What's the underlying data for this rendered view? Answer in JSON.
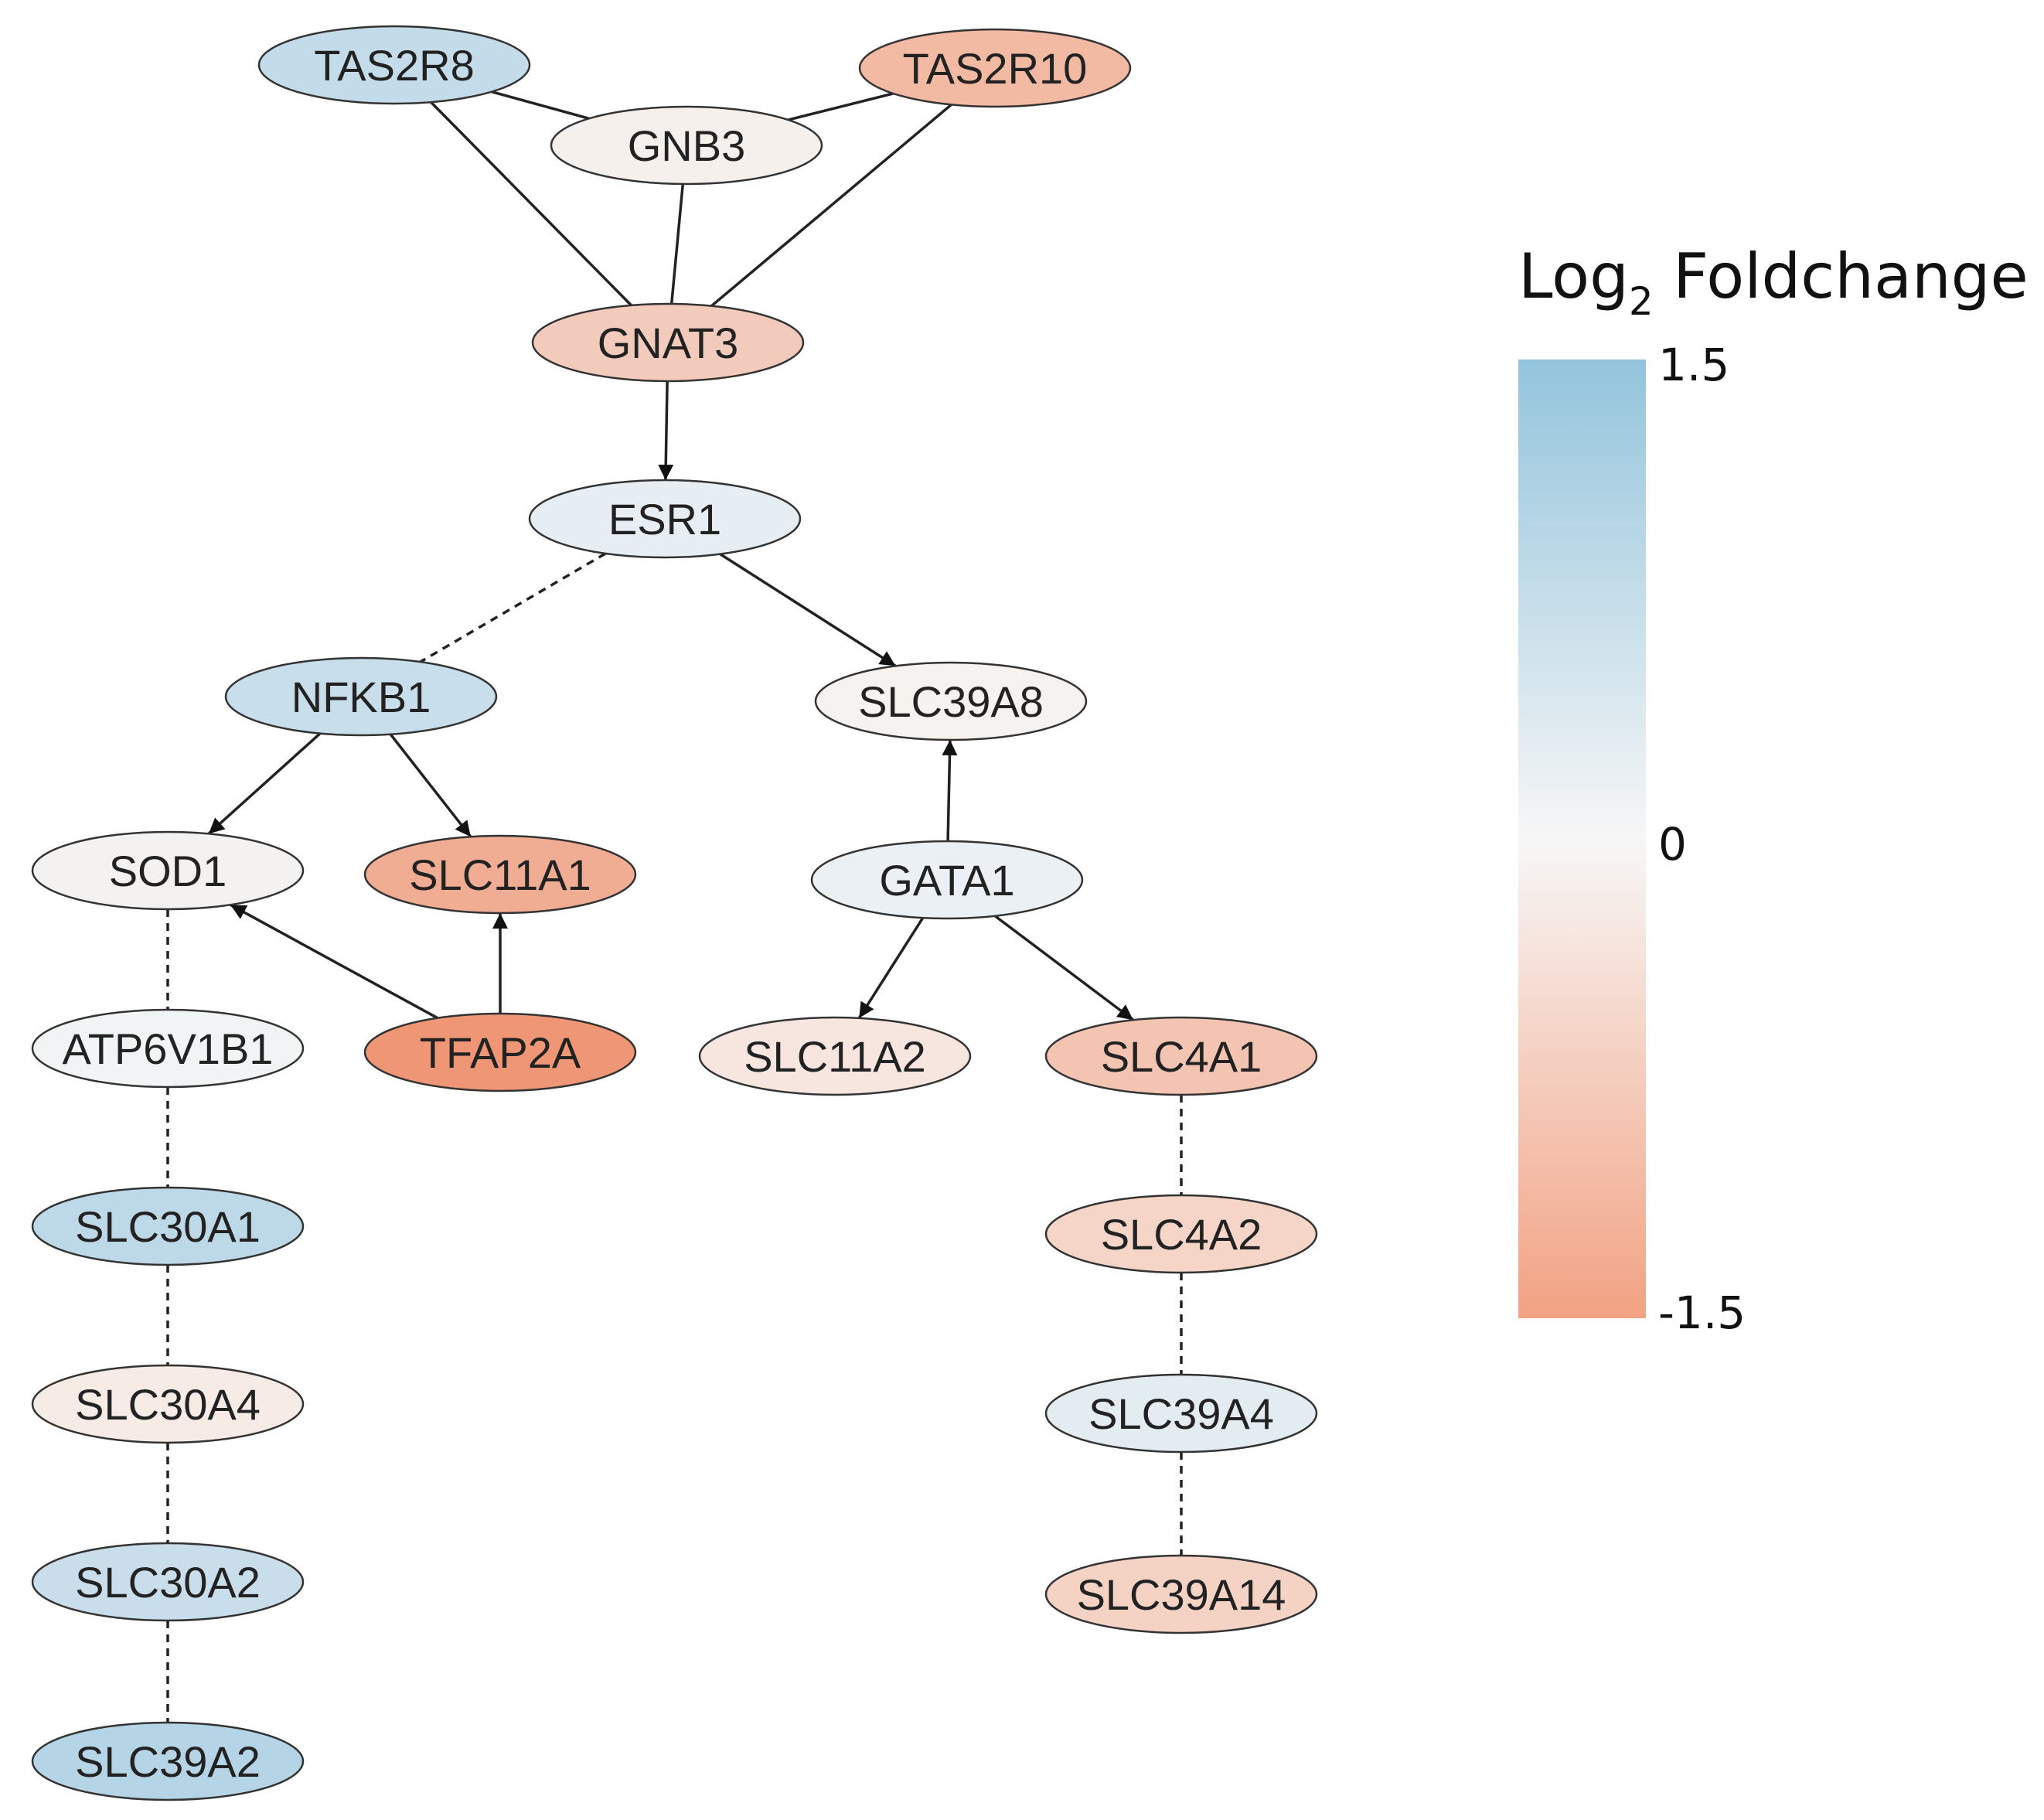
{
  "legend": {
    "title_main": "Log",
    "title_sub": "2",
    "title_rest": " Foldchange",
    "max_label": "1.5",
    "mid_label": "0",
    "min_label": "-1.5",
    "color_high": "#93c4dc",
    "color_mid": "#f7f7f7",
    "color_low": "#f2a283"
  },
  "nodes": [
    {
      "id": "TAS2R8",
      "label": "TAS2R8",
      "fill": "#c4dcea"
    },
    {
      "id": "TAS2R10",
      "label": "TAS2R10",
      "fill": "#f2b9a3"
    },
    {
      "id": "GNB3",
      "label": "GNB3",
      "fill": "#f6f0ed"
    },
    {
      "id": "GNAT3",
      "label": "GNAT3",
      "fill": "#f3cbbc"
    },
    {
      "id": "ESR1",
      "label": "ESR1",
      "fill": "#e6eef3"
    },
    {
      "id": "NFKB1",
      "label": "NFKB1",
      "fill": "#c8deeb"
    },
    {
      "id": "SLC39A8",
      "label": "SLC39A8",
      "fill": "#f6f2ef"
    },
    {
      "id": "SOD1",
      "label": "SOD1",
      "fill": "#f4f2f1"
    },
    {
      "id": "SLC11A1",
      "label": "SLC11A1",
      "fill": "#f0ad93"
    },
    {
      "id": "GATA1",
      "label": "GATA1",
      "fill": "#eaf0f3"
    },
    {
      "id": "ATP6V1B1",
      "label": "ATP6V1B1",
      "fill": "#f1f4f5"
    },
    {
      "id": "TFAP2A",
      "label": "TFAP2A",
      "fill": "#ee9676"
    },
    {
      "id": "SLC11A2",
      "label": "SLC11A2",
      "fill": "#f6e6df"
    },
    {
      "id": "SLC4A1",
      "label": "SLC4A1",
      "fill": "#f3c4b2"
    },
    {
      "id": "SLC30A1",
      "label": "SLC30A1",
      "fill": "#bdd9e8"
    },
    {
      "id": "SLC4A2",
      "label": "SLC4A2",
      "fill": "#f5d5c8"
    },
    {
      "id": "SLC30A4",
      "label": "SLC30A4",
      "fill": "#f6ebe5"
    },
    {
      "id": "SLC39A4",
      "label": "SLC39A4",
      "fill": "#e3ecf1"
    },
    {
      "id": "SLC30A2",
      "label": "SLC30A2",
      "fill": "#c9deea"
    },
    {
      "id": "SLC39A14",
      "label": "SLC39A14",
      "fill": "#f4d3c5"
    },
    {
      "id": "SLC39A2",
      "label": "SLC39A2",
      "fill": "#b5d4e5"
    }
  ],
  "edges": [
    {
      "from": "TAS2R8",
      "to": "GNB3",
      "style": "solid",
      "arrow": false
    },
    {
      "from": "TAS2R10",
      "to": "GNB3",
      "style": "solid",
      "arrow": false
    },
    {
      "from": "TAS2R8",
      "to": "GNAT3",
      "style": "solid",
      "arrow": false
    },
    {
      "from": "TAS2R10",
      "to": "GNAT3",
      "style": "solid",
      "arrow": false
    },
    {
      "from": "GNB3",
      "to": "GNAT3",
      "style": "solid",
      "arrow": false
    },
    {
      "from": "GNAT3",
      "to": "ESR1",
      "style": "solid",
      "arrow": true
    },
    {
      "from": "ESR1",
      "to": "NFKB1",
      "style": "dashed",
      "arrow": false
    },
    {
      "from": "ESR1",
      "to": "SLC39A8",
      "style": "solid",
      "arrow": true
    },
    {
      "from": "NFKB1",
      "to": "SOD1",
      "style": "solid",
      "arrow": true
    },
    {
      "from": "NFKB1",
      "to": "SLC11A1",
      "style": "solid",
      "arrow": true
    },
    {
      "from": "GATA1",
      "to": "SLC39A8",
      "style": "solid",
      "arrow": true
    },
    {
      "from": "TFAP2A",
      "to": "SOD1",
      "style": "solid",
      "arrow": true
    },
    {
      "from": "TFAP2A",
      "to": "SLC11A1",
      "style": "solid",
      "arrow": true
    },
    {
      "from": "GATA1",
      "to": "SLC11A2",
      "style": "solid",
      "arrow": true
    },
    {
      "from": "GATA1",
      "to": "SLC4A1",
      "style": "solid",
      "arrow": true
    },
    {
      "from": "SOD1",
      "to": "ATP6V1B1",
      "style": "dashed",
      "arrow": false
    },
    {
      "from": "ATP6V1B1",
      "to": "SLC30A1",
      "style": "dashed",
      "arrow": false
    },
    {
      "from": "SLC30A1",
      "to": "SLC30A4",
      "style": "dashed",
      "arrow": false
    },
    {
      "from": "SLC30A4",
      "to": "SLC30A2",
      "style": "dashed",
      "arrow": false
    },
    {
      "from": "SLC30A2",
      "to": "SLC39A2",
      "style": "dashed",
      "arrow": false
    },
    {
      "from": "SLC4A1",
      "to": "SLC4A2",
      "style": "dashed",
      "arrow": false
    },
    {
      "from": "SLC4A2",
      "to": "SLC39A4",
      "style": "dashed",
      "arrow": false
    },
    {
      "from": "SLC39A4",
      "to": "SLC39A14",
      "style": "dashed",
      "arrow": false
    }
  ]
}
